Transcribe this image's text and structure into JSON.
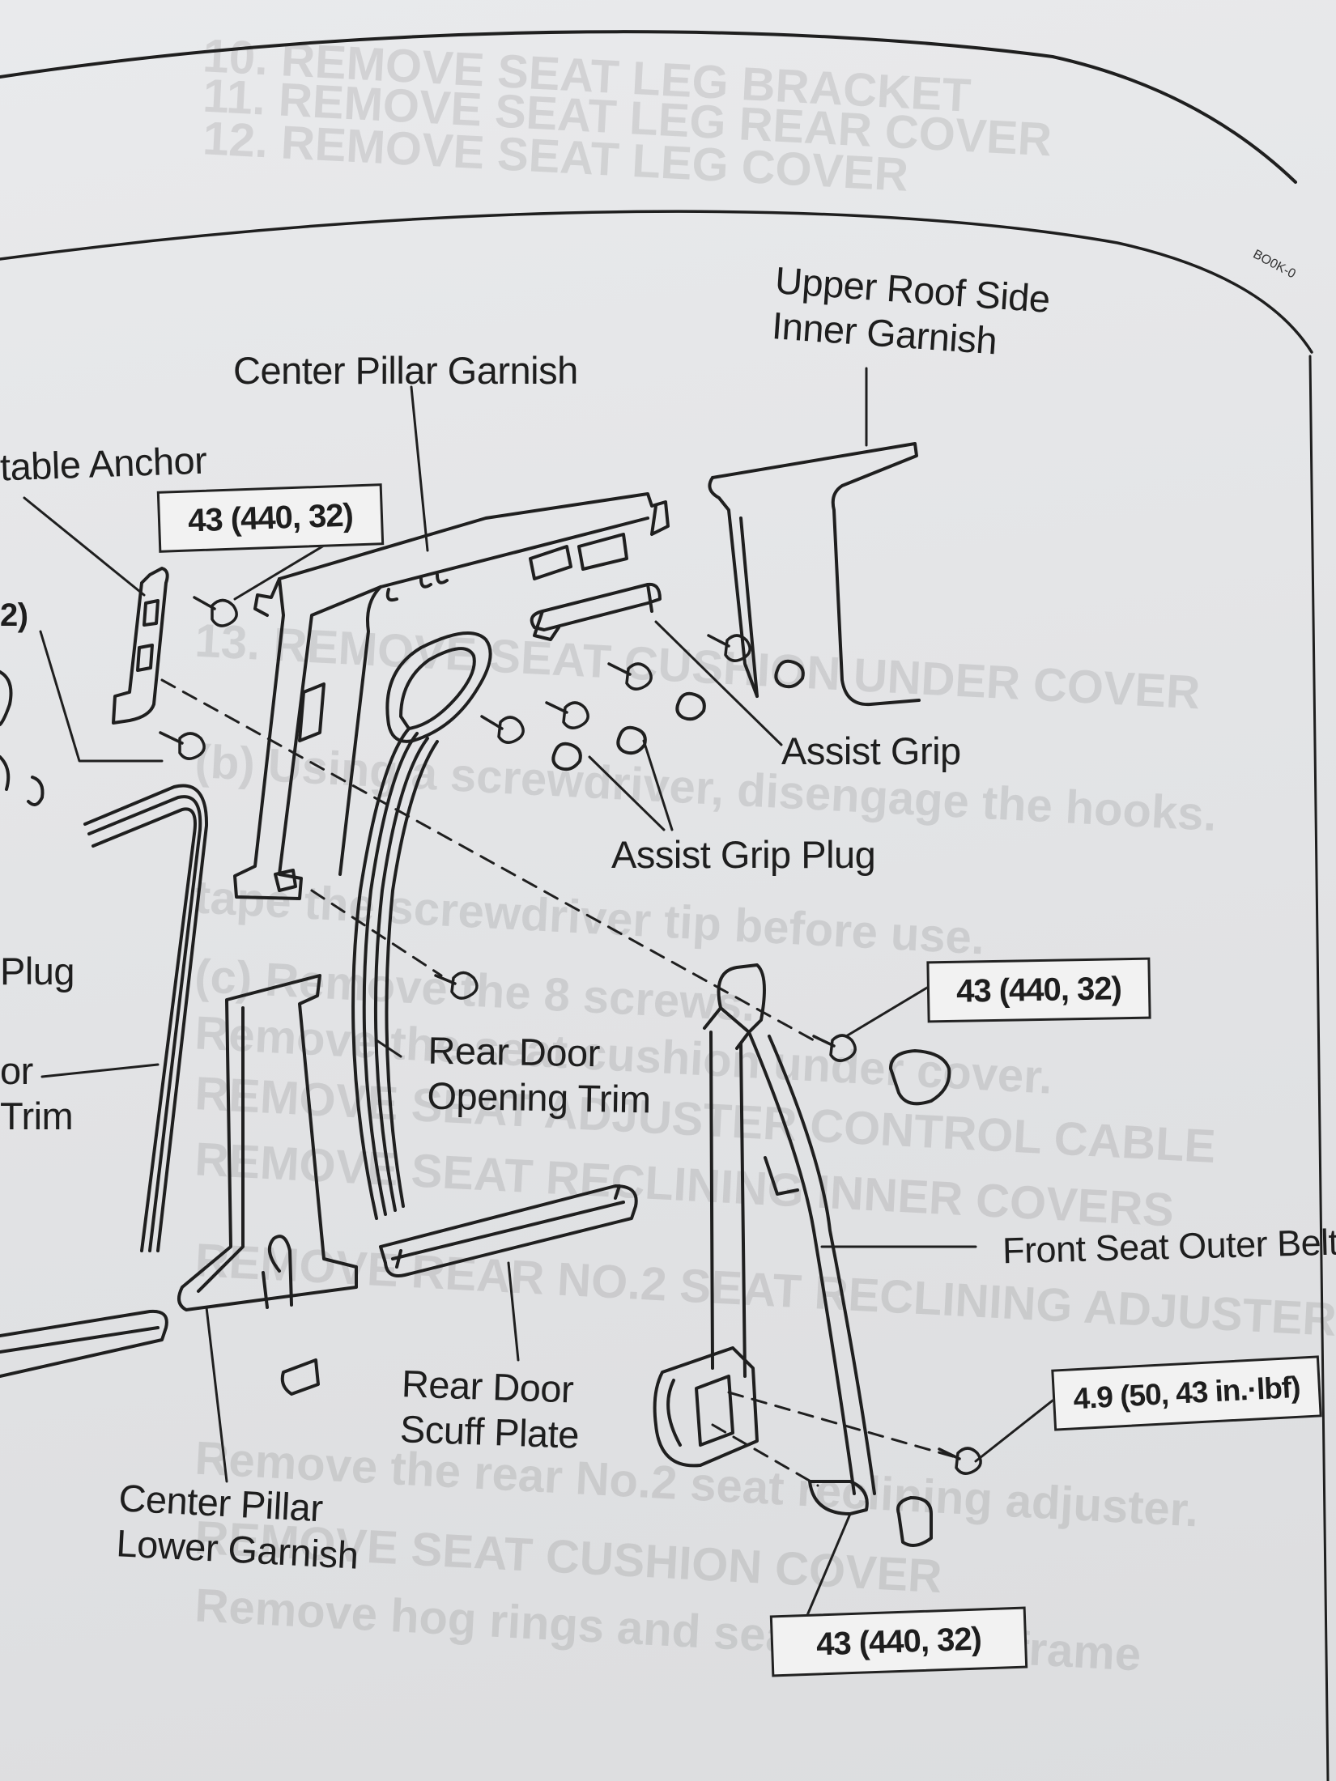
{
  "labels": {
    "upper_roof_side": [
      "Upper Roof Side",
      "Inner Garnish"
    ],
    "center_pillar_garnish": "Center Pillar Garnish",
    "adjustable_anchor": "table Anchor",
    "assist_grip": "Assist Grip",
    "assist_grip_plug": "Assist Grip Plug",
    "plug_partial": "Plug",
    "trim_partial": [
      "or",
      "Trim"
    ],
    "partial_2": "2)",
    "rear_door_opening_trim": [
      "Rear Door",
      "Opening Trim"
    ],
    "front_seat_outer_belt": "Front Seat Outer Belt",
    "rear_door_scuff_plate": [
      "Rear Door",
      "Scuff Plate"
    ],
    "center_pillar_lower_garnish": [
      "Center Pillar",
      "Lower Garnish"
    ]
  },
  "torque": {
    "top_left": "43 (440, 32)",
    "right_mid": "43 (440, 32)",
    "right_lower": "4.9 (50, 43 in.·lbf)",
    "bottom": "43 (440, 32)"
  },
  "figure_code": "BO0K-0",
  "bleed_through": [
    "10.  REMOVE SEAT LEG BRACKET",
    "11.  REMOVE SEAT LEG REAR COVER",
    "12.  REMOVE SEAT LEG COVER",
    "13.  REMOVE SEAT CUSHION UNDER COVER",
    "(b) Using a screwdriver, disengage the hooks.",
    "tape the screwdriver tip before use.",
    "(c)  Remove the 8 screws.",
    "Remove the seat cushion under cover.",
    "REMOVE SEAT ADJUSTER CONTROL CABLE",
    "REMOVE SEAT RECLINING INNER COVERS",
    "REMOVE REAR NO.2 SEAT RECLINING ADJUSTER",
    "Remove the rear No.2 seat reclining adjuster.",
    "REMOVE SEAT CUSHION COVER",
    "Remove hog rings and seat cushion frame"
  ]
}
